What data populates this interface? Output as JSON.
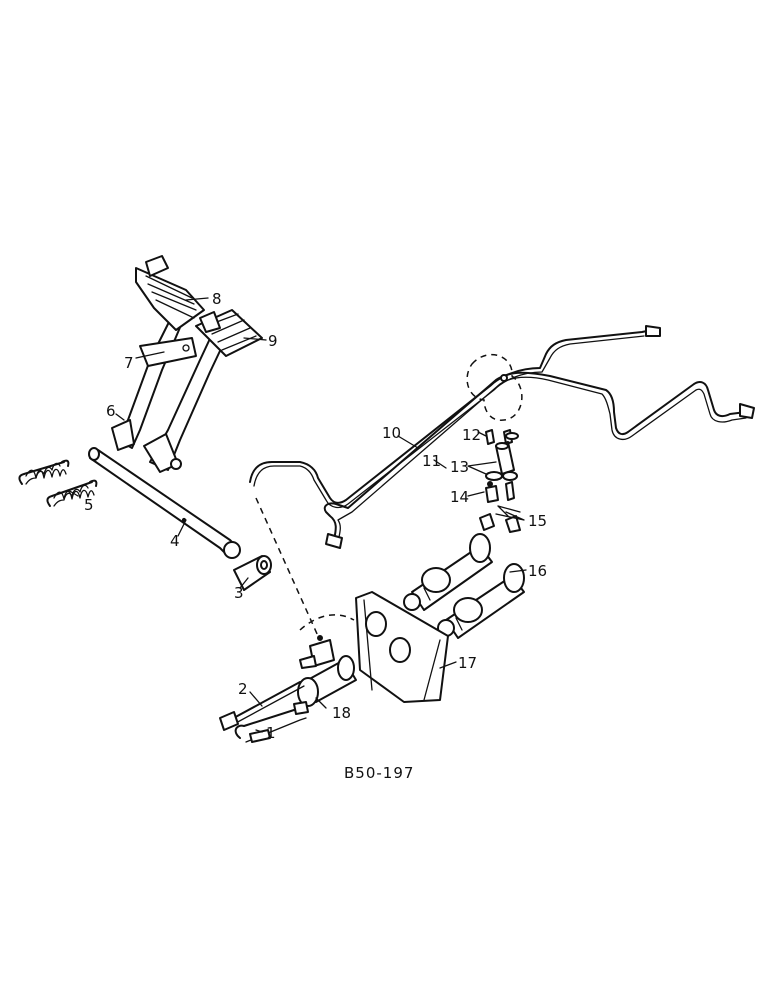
{
  "figure_ref": "B50-197",
  "callouts": [
    {
      "id": "c1",
      "text": "1"
    },
    {
      "id": "c2",
      "text": "2"
    },
    {
      "id": "c3",
      "text": "3"
    },
    {
      "id": "c4",
      "text": "4"
    },
    {
      "id": "c5",
      "text": "5"
    },
    {
      "id": "c6",
      "text": "6"
    },
    {
      "id": "c7",
      "text": "7"
    },
    {
      "id": "c8",
      "text": "8"
    },
    {
      "id": "c9",
      "text": "9"
    },
    {
      "id": "c10",
      "text": "10"
    },
    {
      "id": "c11",
      "text": "11"
    },
    {
      "id": "c12",
      "text": "12"
    },
    {
      "id": "c13",
      "text": "13"
    },
    {
      "id": "c14",
      "text": "14"
    },
    {
      "id": "c15",
      "text": "15"
    },
    {
      "id": "c16",
      "text": "16"
    },
    {
      "id": "c17",
      "text": "17"
    },
    {
      "id": "c18",
      "text": "18"
    }
  ]
}
